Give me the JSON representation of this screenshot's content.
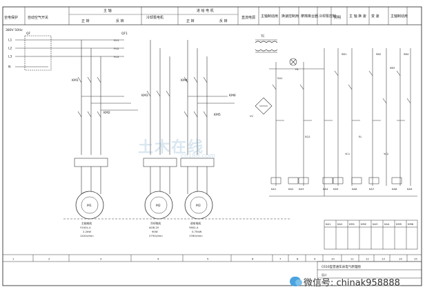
{
  "header_cells": [
    "全电保护",
    "自动空气开关",
    "主 轴",
    "正 转",
    "反 转",
    "冷却泵电机",
    "进 给 电 机",
    "正 转",
    "反 转",
    "直流电源",
    "主轴制动用",
    "换速控制用",
    "摩擦离合器",
    "冷却泵控制",
    "照明",
    "主 轴 换 速",
    "变 速",
    "主轴制动用"
  ],
  "supply": {
    "voltage": "380V 50Hz",
    "phases": [
      "L1",
      "L2",
      "L3",
      "N"
    ]
  },
  "breakers": [
    "QF",
    "QF1"
  ],
  "contactors": [
    "KM1",
    "KM2",
    "KM3",
    "KM4",
    "KM5",
    "KM6"
  ],
  "relays": [
    "KA1",
    "KA2",
    "KA3",
    "KA4",
    "KA5",
    "KA6",
    "KA7",
    "KA8",
    "KA9"
  ],
  "fuse_labels": [
    "FU1",
    "FU2",
    "FU3"
  ],
  "transformer": "TC",
  "motors": [
    {
      "symbol": "M1",
      "name": "主轴电机",
      "spec1": "Y100L-4",
      "spec2": "2.2kW",
      "spec3": "1420r/min"
    },
    {
      "symbol": "M2",
      "name": "冷却电机",
      "spec1": "AOB-25",
      "spec2": "90W",
      "spec3": "2750r/min"
    },
    {
      "symbol": "M3",
      "name": "进给电机",
      "spec1": "Y802-4",
      "spec2": "0.75kW",
      "spec3": "1390r/min"
    }
  ],
  "control_labels": [
    "SB1",
    "SB2",
    "SB3",
    "SB4",
    "SA1",
    "SQ1",
    "HL",
    "EL",
    "YC1",
    "YC2",
    "VC"
  ],
  "relay_table_headers": [
    "KA1",
    "KA2",
    "KM1",
    "KM2",
    "KA3",
    "KA4",
    "KM5",
    "KM6"
  ],
  "column_numbers": [
    "1",
    "2",
    "3",
    "4",
    "5",
    "6",
    "7",
    "8",
    "9",
    "10",
    "11",
    "12",
    "13",
    "14",
    "15"
  ],
  "title_block": {
    "title": "C616型普通车床电气原理图",
    "rows": [
      "设计",
      "审核"
    ]
  },
  "watermark": {
    "main": "土木在线",
    "sub": "co188.com"
  },
  "wechat": {
    "text": "微信号: chinak958888",
    "icon": "wechat-icon"
  }
}
